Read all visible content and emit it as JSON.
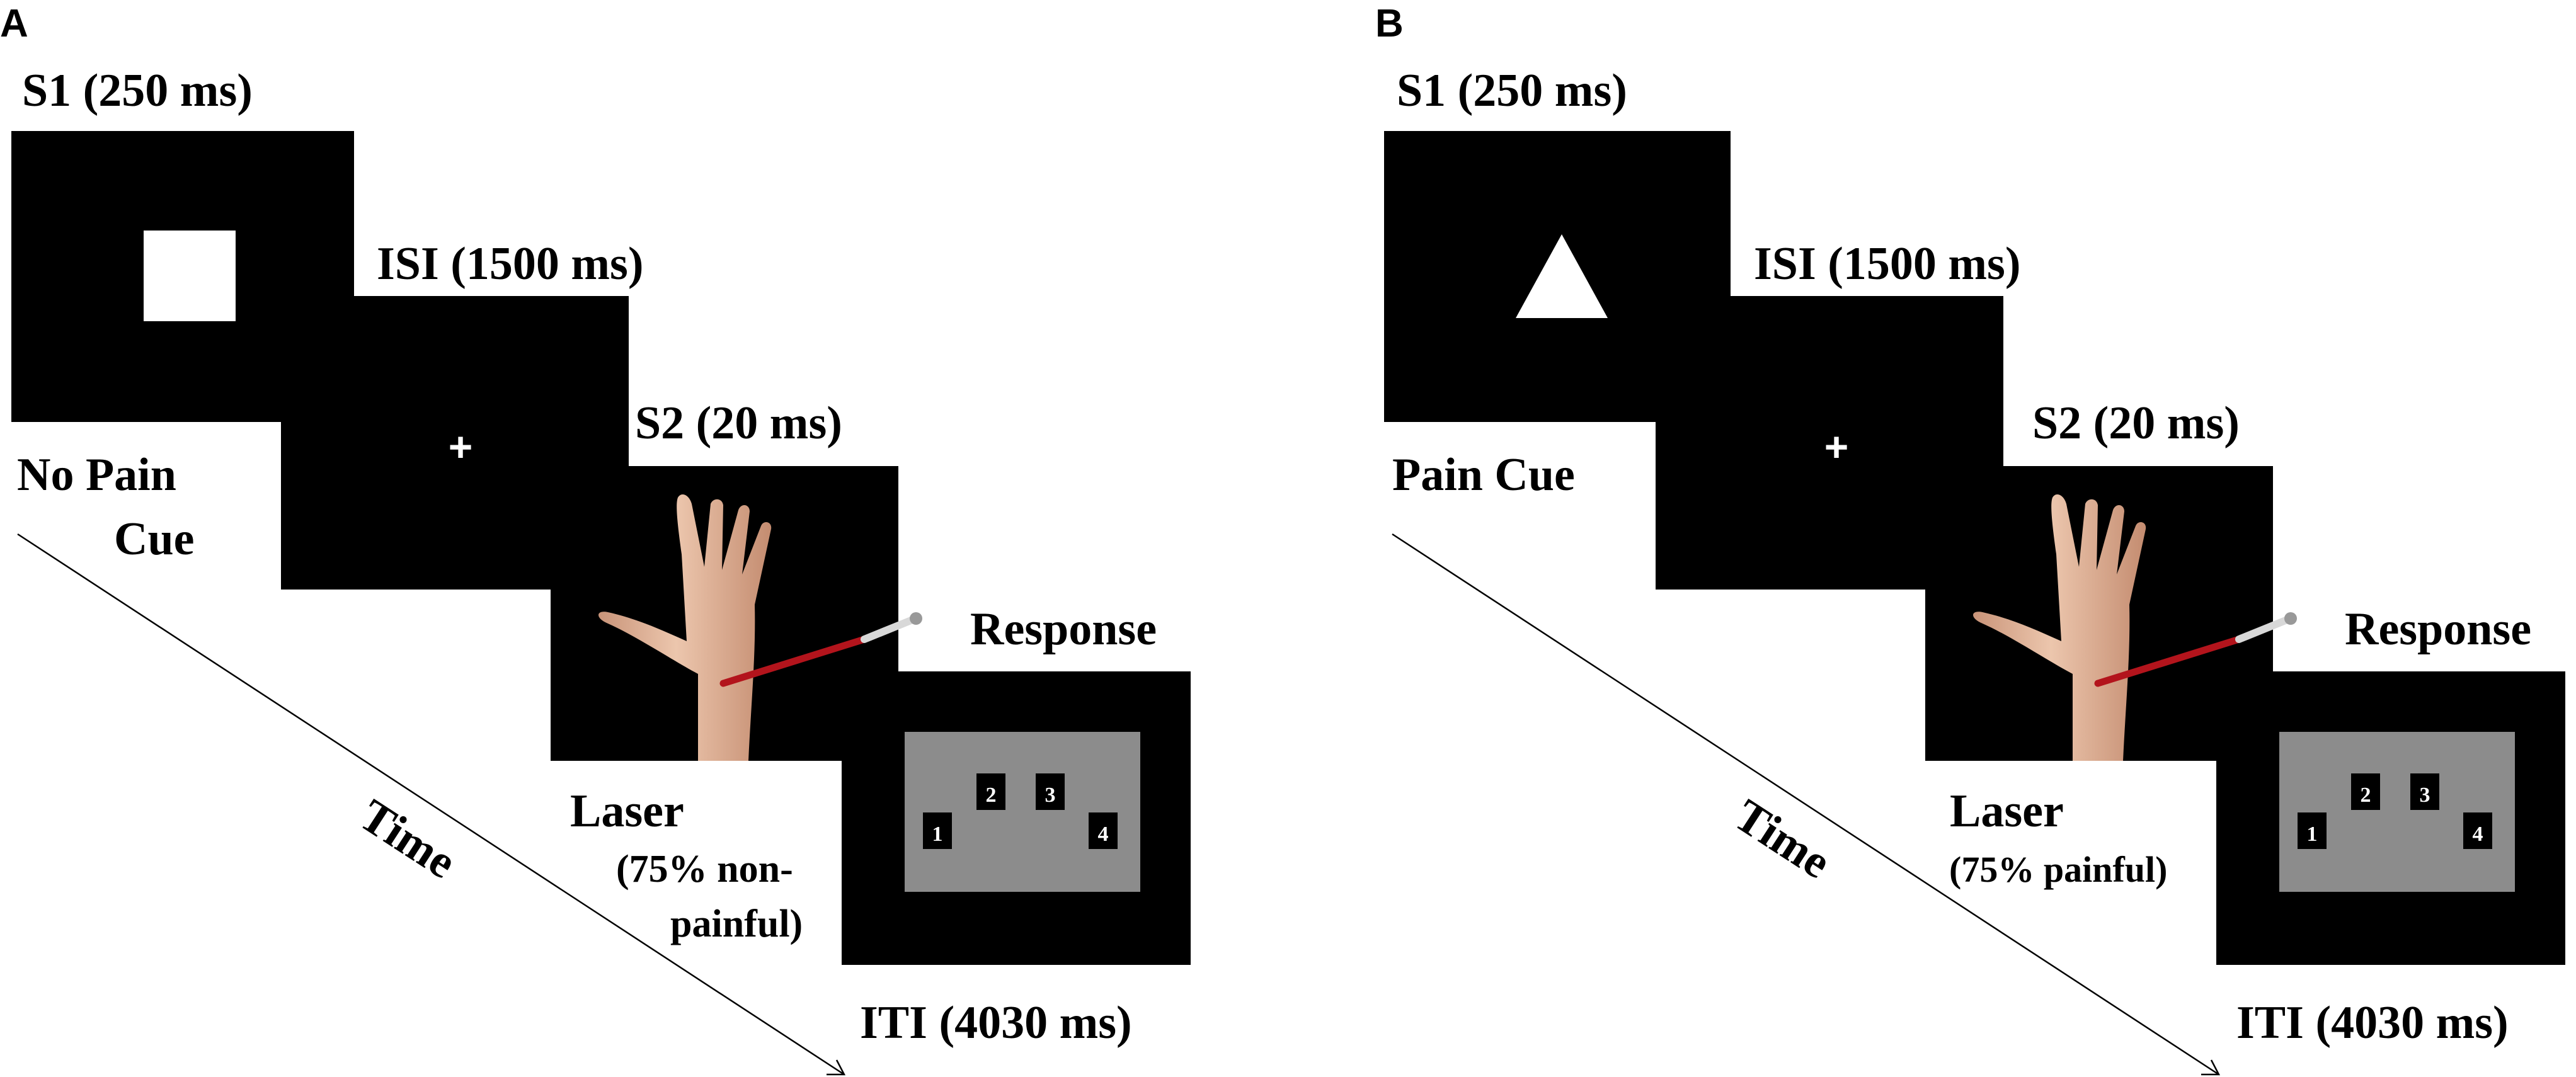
{
  "panels": [
    {
      "panel_label": "A",
      "s1_label": "S1 (250 ms)",
      "s1_shape": "square-icon",
      "isi_label": "ISI (1500 ms)",
      "isi_symbol": "+",
      "s2_label": "S2 (20 ms)",
      "response_label": "Response",
      "cue_lines": [
        "No Pain",
        "Cue"
      ],
      "laser_label": "Laser",
      "laser_note_lines": [
        "(75% non-",
        "painful)"
      ],
      "iti_label": "ITI (4030 ms)",
      "time_label": "Time",
      "response_keys": [
        "1",
        "2",
        "3",
        "4"
      ]
    },
    {
      "panel_label": "B",
      "s1_label": "S1 (250 ms)",
      "s1_shape": "triangle-icon",
      "isi_label": "ISI (1500 ms)",
      "isi_symbol": "+",
      "s2_label": "S2 (20 ms)",
      "response_label": "Response",
      "cue_lines": [
        "Pain Cue"
      ],
      "laser_label": "Laser",
      "laser_note_lines": [
        "(75% painful)"
      ],
      "iti_label": "ITI (4030 ms)",
      "time_label": "Time",
      "response_keys": [
        "1",
        "2",
        "3",
        "4"
      ]
    }
  ],
  "colors": {
    "screen": "#000000",
    "response_field": "#8c8c8c",
    "skin": "#e3b89c",
    "laser_beam": "#b3141c"
  }
}
